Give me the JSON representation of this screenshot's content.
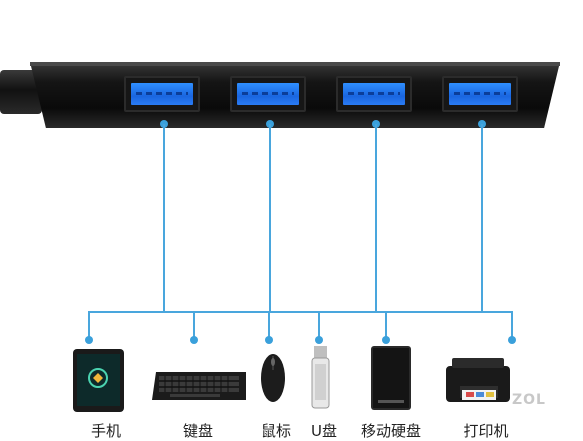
{
  "labels": {
    "phone": "手机",
    "keyboard": "键盘",
    "mouse": "鼠标",
    "udisk": "U盘",
    "hdd": "移动硬盘",
    "printer": "打印机"
  },
  "watermark": "ZOL",
  "colors": {
    "usb_blue": "#1a66e0",
    "line_blue": "#49a6dd",
    "hub_black": "#111111"
  },
  "device_icons": [
    "phone-icon",
    "keyboard-icon",
    "mouse-icon",
    "usb-drive-icon",
    "hard-drive-icon",
    "printer-icon"
  ]
}
